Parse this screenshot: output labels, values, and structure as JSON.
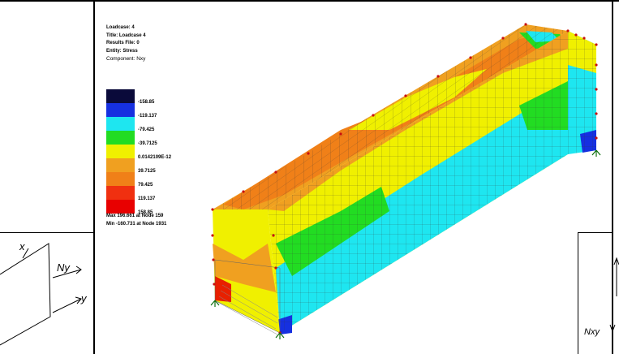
{
  "legend": {
    "loadcase": "Loadcase: 4",
    "title": "Title: Loadcase 4",
    "results_file": "Results File: 0",
    "entity": "Entity: Stress",
    "component": "Component: Nxy",
    "scale": [
      {
        "label": "-158.85",
        "color": "#0a0a3a"
      },
      {
        "label": "-119.137",
        "color": "#1630e0"
      },
      {
        "label": "-79.425",
        "color": "#1ee6f0"
      },
      {
        "label": "-39.7125",
        "color": "#22dc22"
      },
      {
        "label": "0.0142109E-12",
        "color": "#f0f000"
      },
      {
        "label": "39.7125",
        "color": "#f0a020"
      },
      {
        "label": "79.425",
        "color": "#f08018"
      },
      {
        "label": "119.137",
        "color": "#f03010"
      },
      {
        "label": "158.85",
        "color": "#e80000"
      }
    ],
    "max": "Max 196.661  at Node 159",
    "min": "Min -160.731 at Node 1931"
  },
  "sketch_left": {
    "label_x": "x",
    "label_ny": "Ny",
    "label_y": "y"
  },
  "sketch_right": {
    "label_nxy": "Nxy"
  }
}
